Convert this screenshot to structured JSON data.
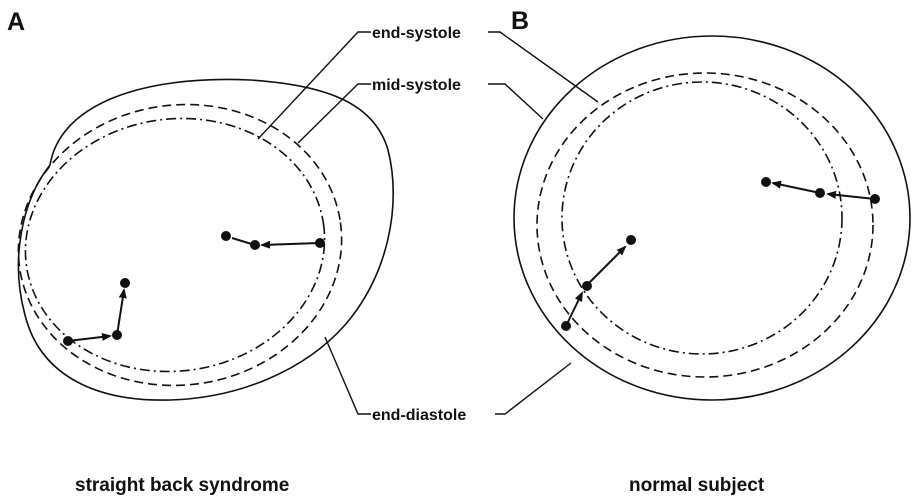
{
  "panels": {
    "a": {
      "letter": "A",
      "caption": "straight back syndrome"
    },
    "b": {
      "letter": "B",
      "caption": "normal subject"
    }
  },
  "labels": {
    "end_systole": "end-systole",
    "mid_systole": "mid-systole",
    "end_diastole": "end-diastole"
  },
  "legend": {
    "end_diastole_line": "solid",
    "mid_systole_line": "dashed",
    "end_systole_line": "dash-dot"
  },
  "colors": {
    "ink": "#111111",
    "background": "#ffffff"
  }
}
